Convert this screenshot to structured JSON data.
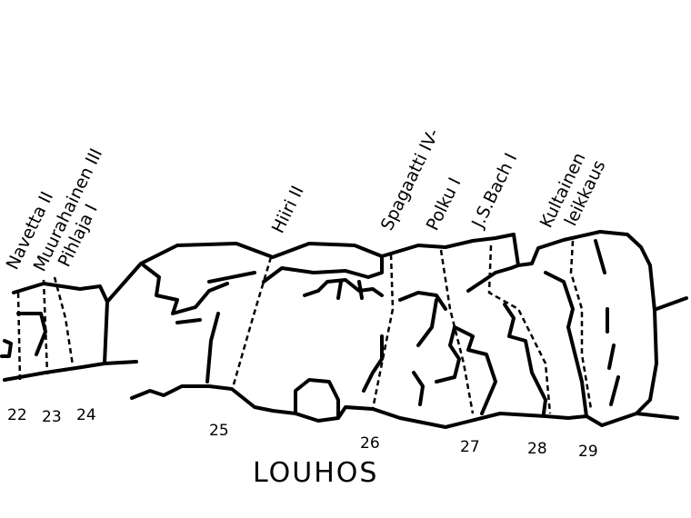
{
  "area_name": "LOUHOS",
  "routes": [
    {
      "number": "22",
      "name": "Navetta II"
    },
    {
      "number": "23",
      "name": "Muurahainen III"
    },
    {
      "number": "24",
      "name": "Pihlaja I"
    },
    {
      "number": "25",
      "name": "Hiiri II"
    },
    {
      "number": "26",
      "name": "Spagaatti IV-"
    },
    {
      "number": "27",
      "name": "Polku I"
    },
    {
      "number": "28",
      "name": "J.S.Bach I"
    },
    {
      "number": "29",
      "name": "Kultainen",
      "name_line2": "leikkaus"
    }
  ]
}
